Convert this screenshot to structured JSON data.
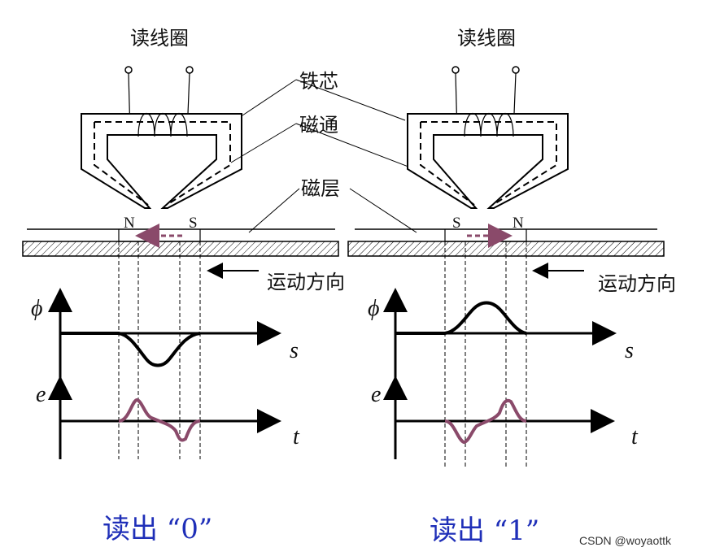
{
  "left_panel": {
    "coil_label": "读线圈",
    "core_label": "铁芯",
    "flux_label": "磁通",
    "layer_label": "磁层",
    "pole_left": "N",
    "pole_right": "S",
    "motion_label": "运动方向",
    "phi_symbol": "ϕ",
    "s_label": "s",
    "e_label": "e",
    "t_label": "t",
    "caption": "读出 “0”"
  },
  "right_panel": {
    "coil_label": "读线圈",
    "pole_left": "S",
    "pole_right": "N",
    "motion_label": "运动方向",
    "phi_symbol": "ϕ",
    "s_label": "s",
    "e_label": "e",
    "t_label": "t",
    "caption": "读出 “1”"
  },
  "watermark": "CSDN @woyaottk",
  "colors": {
    "caption": "#1f2fb8",
    "emf_curve": "#8a4a6a",
    "magnetization_arrow": "#8a4a6a"
  }
}
